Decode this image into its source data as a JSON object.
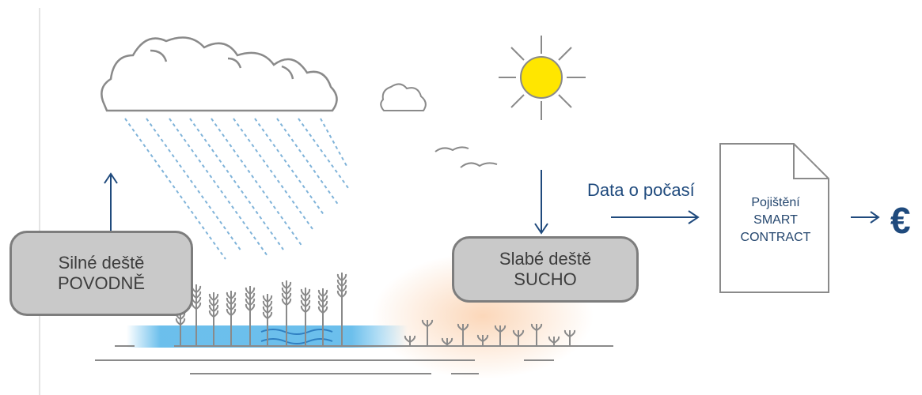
{
  "diagram": {
    "flood_box": {
      "line1": "Silné deště",
      "line2": "POVODNĚ"
    },
    "drought_box": {
      "line1": "Slabé deště",
      "line2": "SUCHO"
    },
    "weather_data_label": "Data o počasí",
    "contract": {
      "line1": "Pojištění",
      "line2": "SMART",
      "line3": "CONTRACT"
    },
    "currency_symbol": "€"
  },
  "colors": {
    "arrow": "#1f4a7d",
    "box_fill": "#c9c9c9",
    "box_border": "#7d7d7d",
    "rain": "#7fb3d9",
    "water": "#5bb8ea",
    "sun": "#ffe600",
    "heat_glow": "#fbd3b2",
    "line_art": "#8a8a8a"
  },
  "icons": [
    "cloud-icon",
    "small-cloud-icon",
    "sun-icon",
    "birds-icon",
    "wheat-field-icon",
    "document-icon",
    "euro-icon"
  ]
}
